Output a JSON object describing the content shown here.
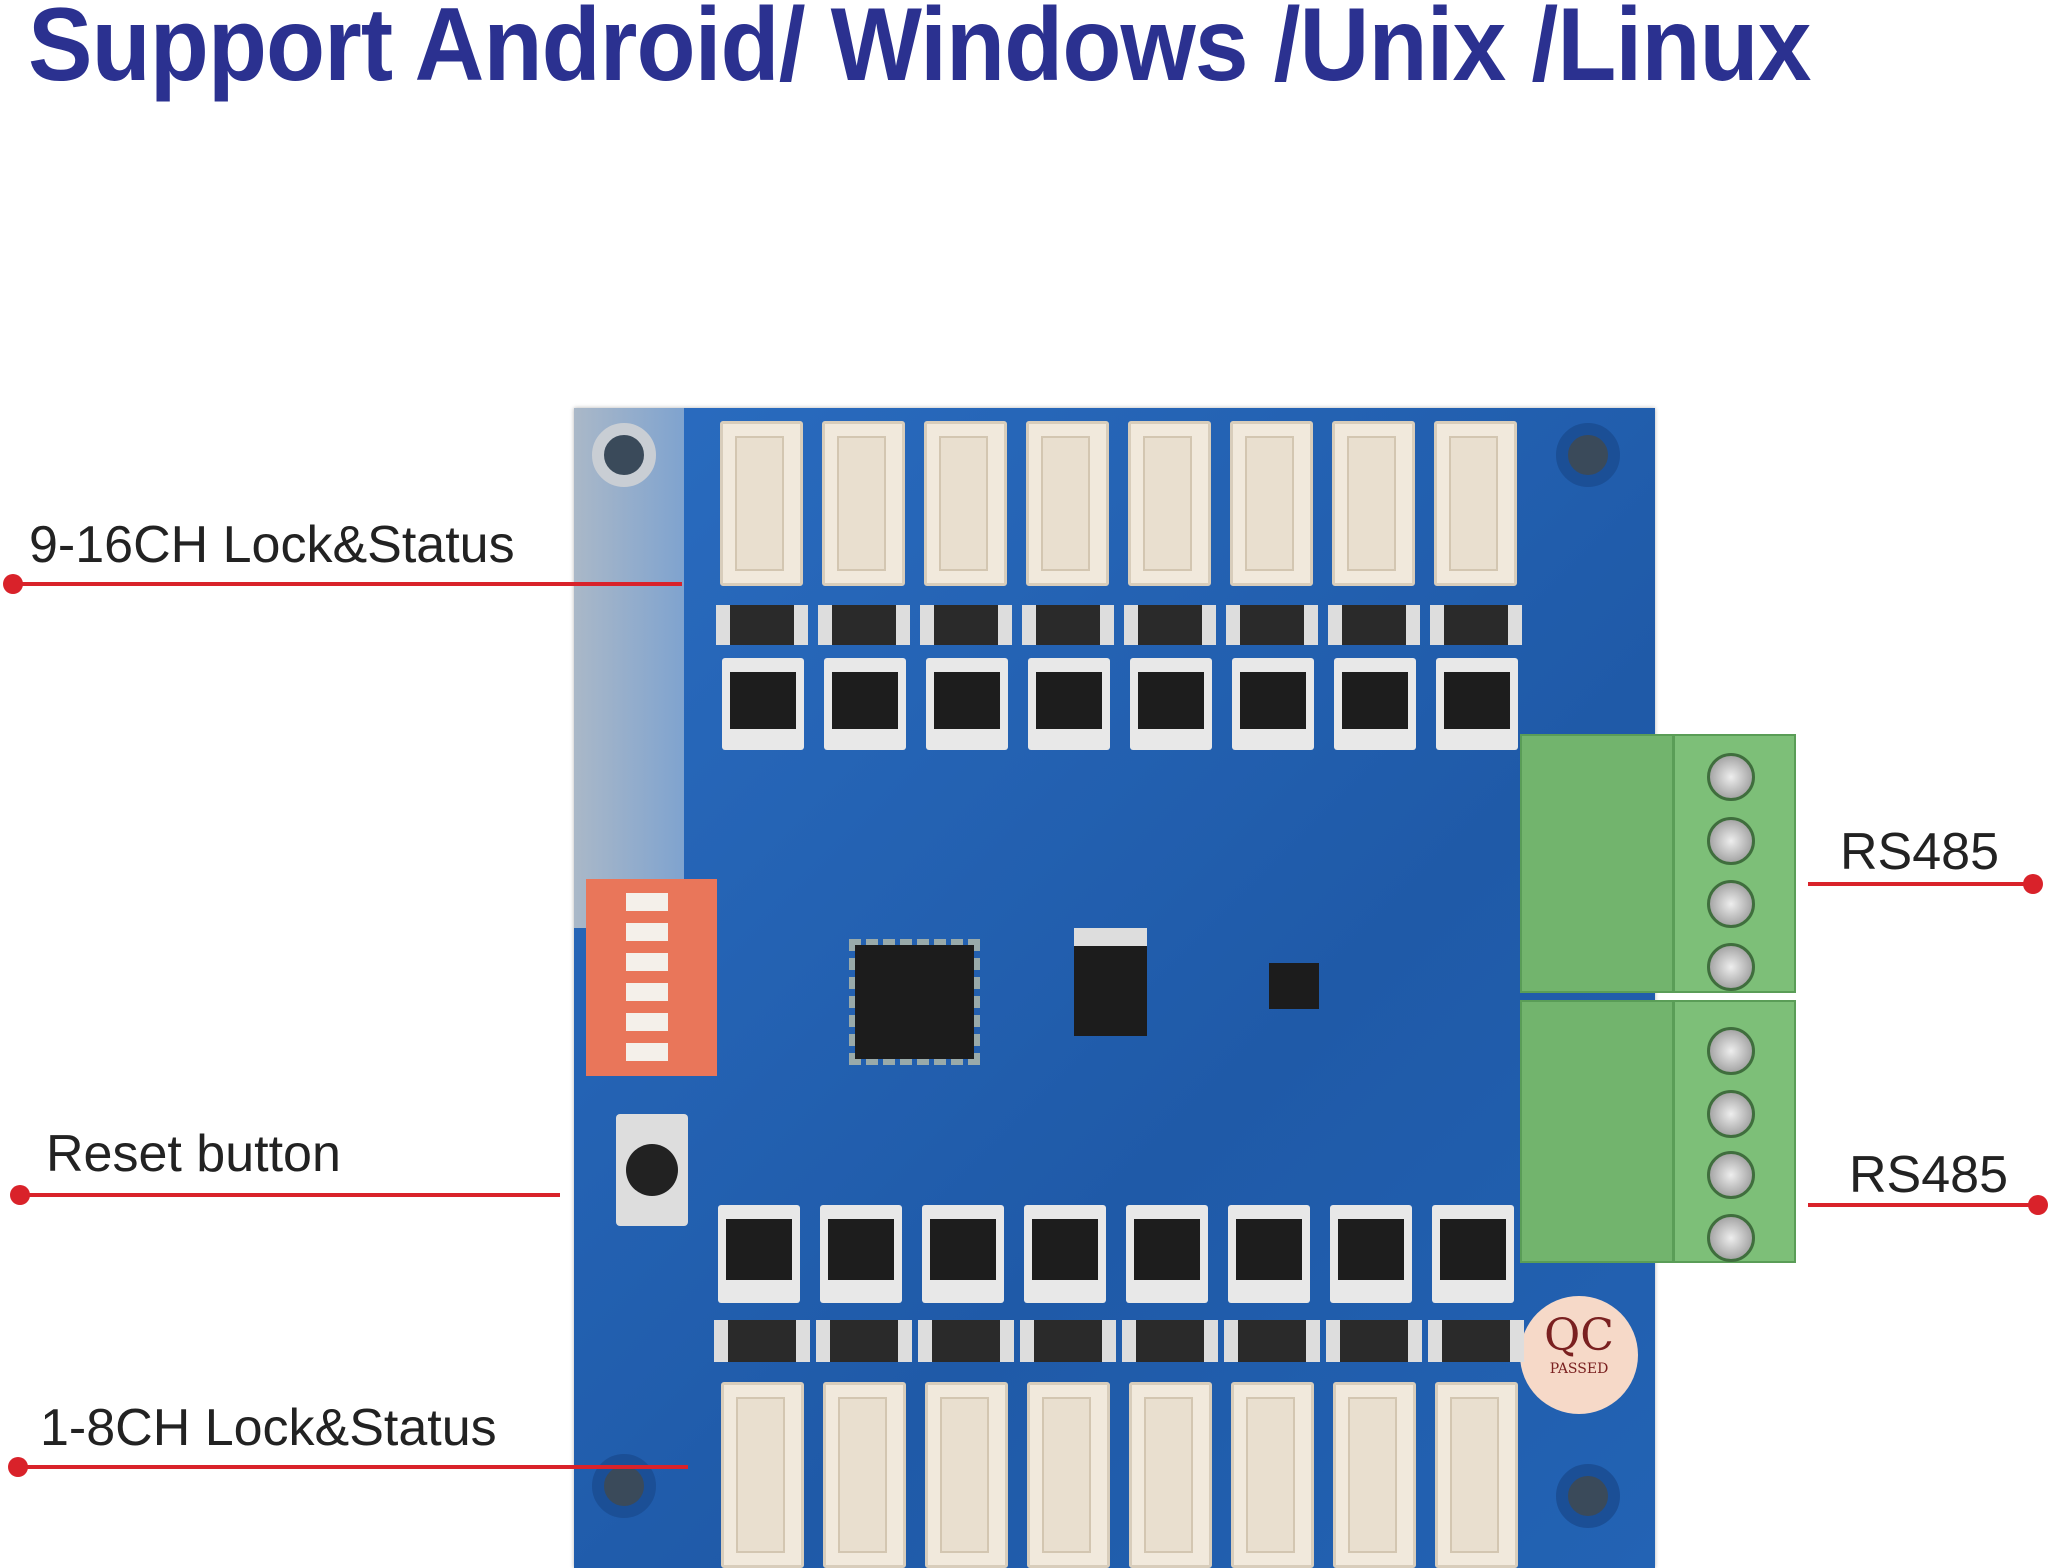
{
  "title": "Support Android/ Windows /Unix /Linux",
  "callouts": {
    "ch9_16": "9-16CH Lock&Status",
    "reset": "Reset button",
    "ch1_8": "1-8CH Lock&Status",
    "rs485_1": "RS485",
    "rs485_2": "RS485"
  },
  "board": {
    "qc_sticker": "QC",
    "qc_sub": "PASSED",
    "top_connectors": 8,
    "bottom_connectors": 8,
    "dip_positions": 6
  },
  "colors": {
    "title": "#2b3190",
    "callout_line": "#d9222a",
    "pcb": "#1f5aa8",
    "terminal": "#7dbf78"
  }
}
